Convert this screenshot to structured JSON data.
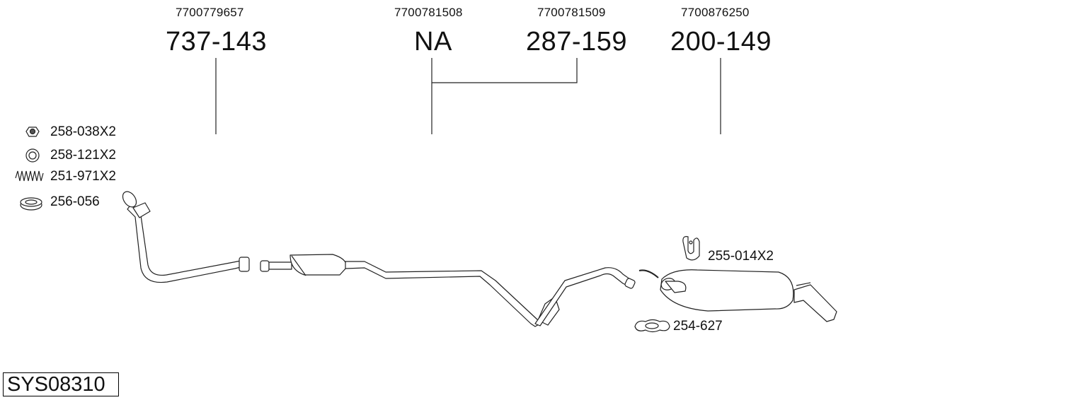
{
  "system_code": "SYS08310",
  "parts": [
    {
      "oe": "7700779657",
      "number": "737-143"
    },
    {
      "oe": "7700781508",
      "number": "NA"
    },
    {
      "oe": "7700781509",
      "number": "287-159"
    },
    {
      "oe": "7700876250",
      "number": "200-149"
    }
  ],
  "accessories": [
    {
      "label": "258-038X2",
      "icon": "nut-icon"
    },
    {
      "label": "258-121X2",
      "icon": "washer-icon"
    },
    {
      "label": "251-971X2",
      "icon": "spring-icon"
    },
    {
      "label": "256-056",
      "icon": "gasket-ring-icon"
    },
    {
      "label": "255-014X2",
      "icon": "rubber-hanger-icon"
    },
    {
      "label": "254-627",
      "icon": "clamp-icon"
    }
  ]
}
